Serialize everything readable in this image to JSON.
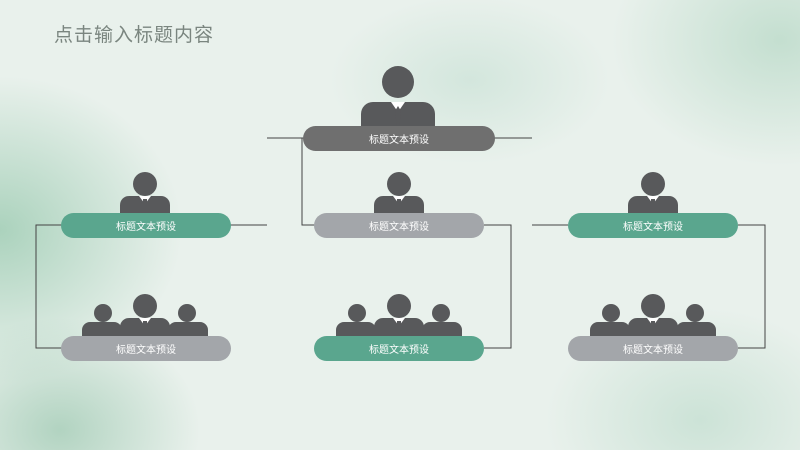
{
  "title": "点击输入标题内容",
  "nodes": [
    {
      "id": "root",
      "label": "标题文本预设",
      "style": "dark",
      "people": 1
    },
    {
      "id": "left-mid",
      "label": "标题文本预设",
      "style": "green",
      "people": 1
    },
    {
      "id": "center-mid",
      "label": "标题文本预设",
      "style": "gray",
      "people": 1
    },
    {
      "id": "right-mid",
      "label": "标题文本预设",
      "style": "green",
      "people": 1
    },
    {
      "id": "left-bottom",
      "label": "标题文本预设",
      "style": "gray",
      "people": 3
    },
    {
      "id": "center-bottom",
      "label": "标题文本预设",
      "style": "green",
      "people": 3
    },
    {
      "id": "right-bottom",
      "label": "标题文本预设",
      "style": "gray",
      "people": 3
    }
  ],
  "colors": {
    "dark": "#6f6f6f",
    "green": "#5aa68e",
    "gray": "#a3a6aa",
    "icon": "#58595b"
  },
  "icons": [
    "person-icon",
    "group-icon"
  ]
}
